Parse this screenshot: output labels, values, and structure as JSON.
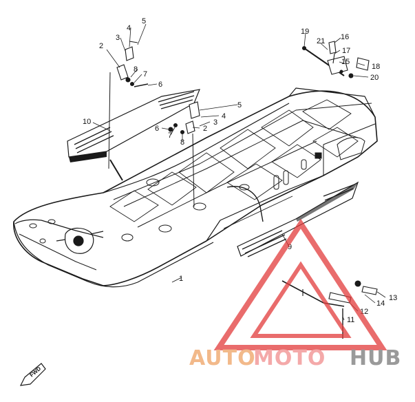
{
  "diagram": {
    "callouts": [
      {
        "id": "c1",
        "label": "1"
      },
      {
        "id": "c2a",
        "label": "2"
      },
      {
        "id": "c2b",
        "label": "2"
      },
      {
        "id": "c3a",
        "label": "3"
      },
      {
        "id": "c3b",
        "label": "3"
      },
      {
        "id": "c4a",
        "label": "4"
      },
      {
        "id": "c4b",
        "label": "4"
      },
      {
        "id": "c5a",
        "label": "5"
      },
      {
        "id": "c5b",
        "label": "5"
      },
      {
        "id": "c6a",
        "label": "6"
      },
      {
        "id": "c6b",
        "label": "6"
      },
      {
        "id": "c7a",
        "label": "7"
      },
      {
        "id": "c7b",
        "label": "7"
      },
      {
        "id": "c8a",
        "label": "8"
      },
      {
        "id": "c8b",
        "label": "8"
      },
      {
        "id": "c9",
        "label": "9"
      },
      {
        "id": "c10",
        "label": "10"
      },
      {
        "id": "c11",
        "label": "11"
      },
      {
        "id": "c12",
        "label": "12"
      },
      {
        "id": "c13",
        "label": "13"
      },
      {
        "id": "c14",
        "label": "14"
      },
      {
        "id": "c15",
        "label": "15"
      },
      {
        "id": "c16",
        "label": "16"
      },
      {
        "id": "c17",
        "label": "17"
      },
      {
        "id": "c18",
        "label": "18"
      },
      {
        "id": "c19",
        "label": "19"
      },
      {
        "id": "c20",
        "label": "20"
      },
      {
        "id": "c21",
        "label": "21"
      }
    ],
    "direction_marker": "FWD"
  },
  "watermark": {
    "part1": "AUTO",
    "part2": "MOTO",
    "part3": "HUB",
    "colors": {
      "auto": "#f2b98a",
      "moto": "#f4a9a9",
      "hub": "#9a9a9a",
      "triangle": "#e23b3b"
    }
  }
}
